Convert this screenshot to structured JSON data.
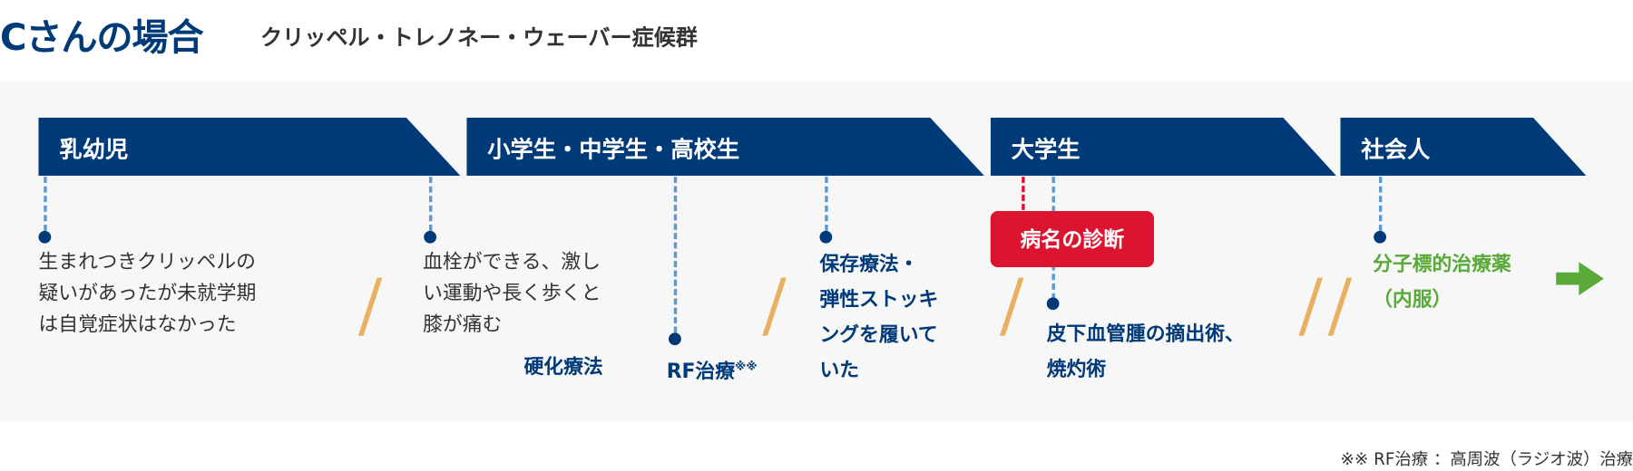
{
  "header": {
    "title": "Cさんの場合",
    "subtitle": "クリッペル・トレノネー・ウェーバー症候群"
  },
  "stages": [
    {
      "label": "乳幼児"
    },
    {
      "label": "小学生・中学生・高校生"
    },
    {
      "label": "大学生"
    },
    {
      "label": "社会人"
    }
  ],
  "events": {
    "infant": [
      "生まれつきクリッペルの",
      "疑いがあったが未就学期",
      "は自覚症状はなかった"
    ],
    "school": [
      "血栓ができる、激し",
      "い運動や長く歩くと",
      "膝が痛む"
    ],
    "sclerotherapy": "硬化療法",
    "rf": "RF治療",
    "rf_mark": "※※",
    "conservative": [
      "保存療法・",
      "弾性ストッキ",
      "ングを履いて",
      "いた"
    ],
    "diagnosis": "病名の診断",
    "surgery": [
      "皮下血管腫の摘出術、",
      "焼灼術"
    ],
    "drug": [
      "分子標的治療薬",
      "（内服）"
    ]
  },
  "footnote": "※※ RF治療 ：高周波（ラジオ波）治療",
  "colors": {
    "navy": "#003a78",
    "red": "#dc1430",
    "green": "#5aaa3a",
    "slash": "#e8b060",
    "dash": "#5b9bd5"
  }
}
